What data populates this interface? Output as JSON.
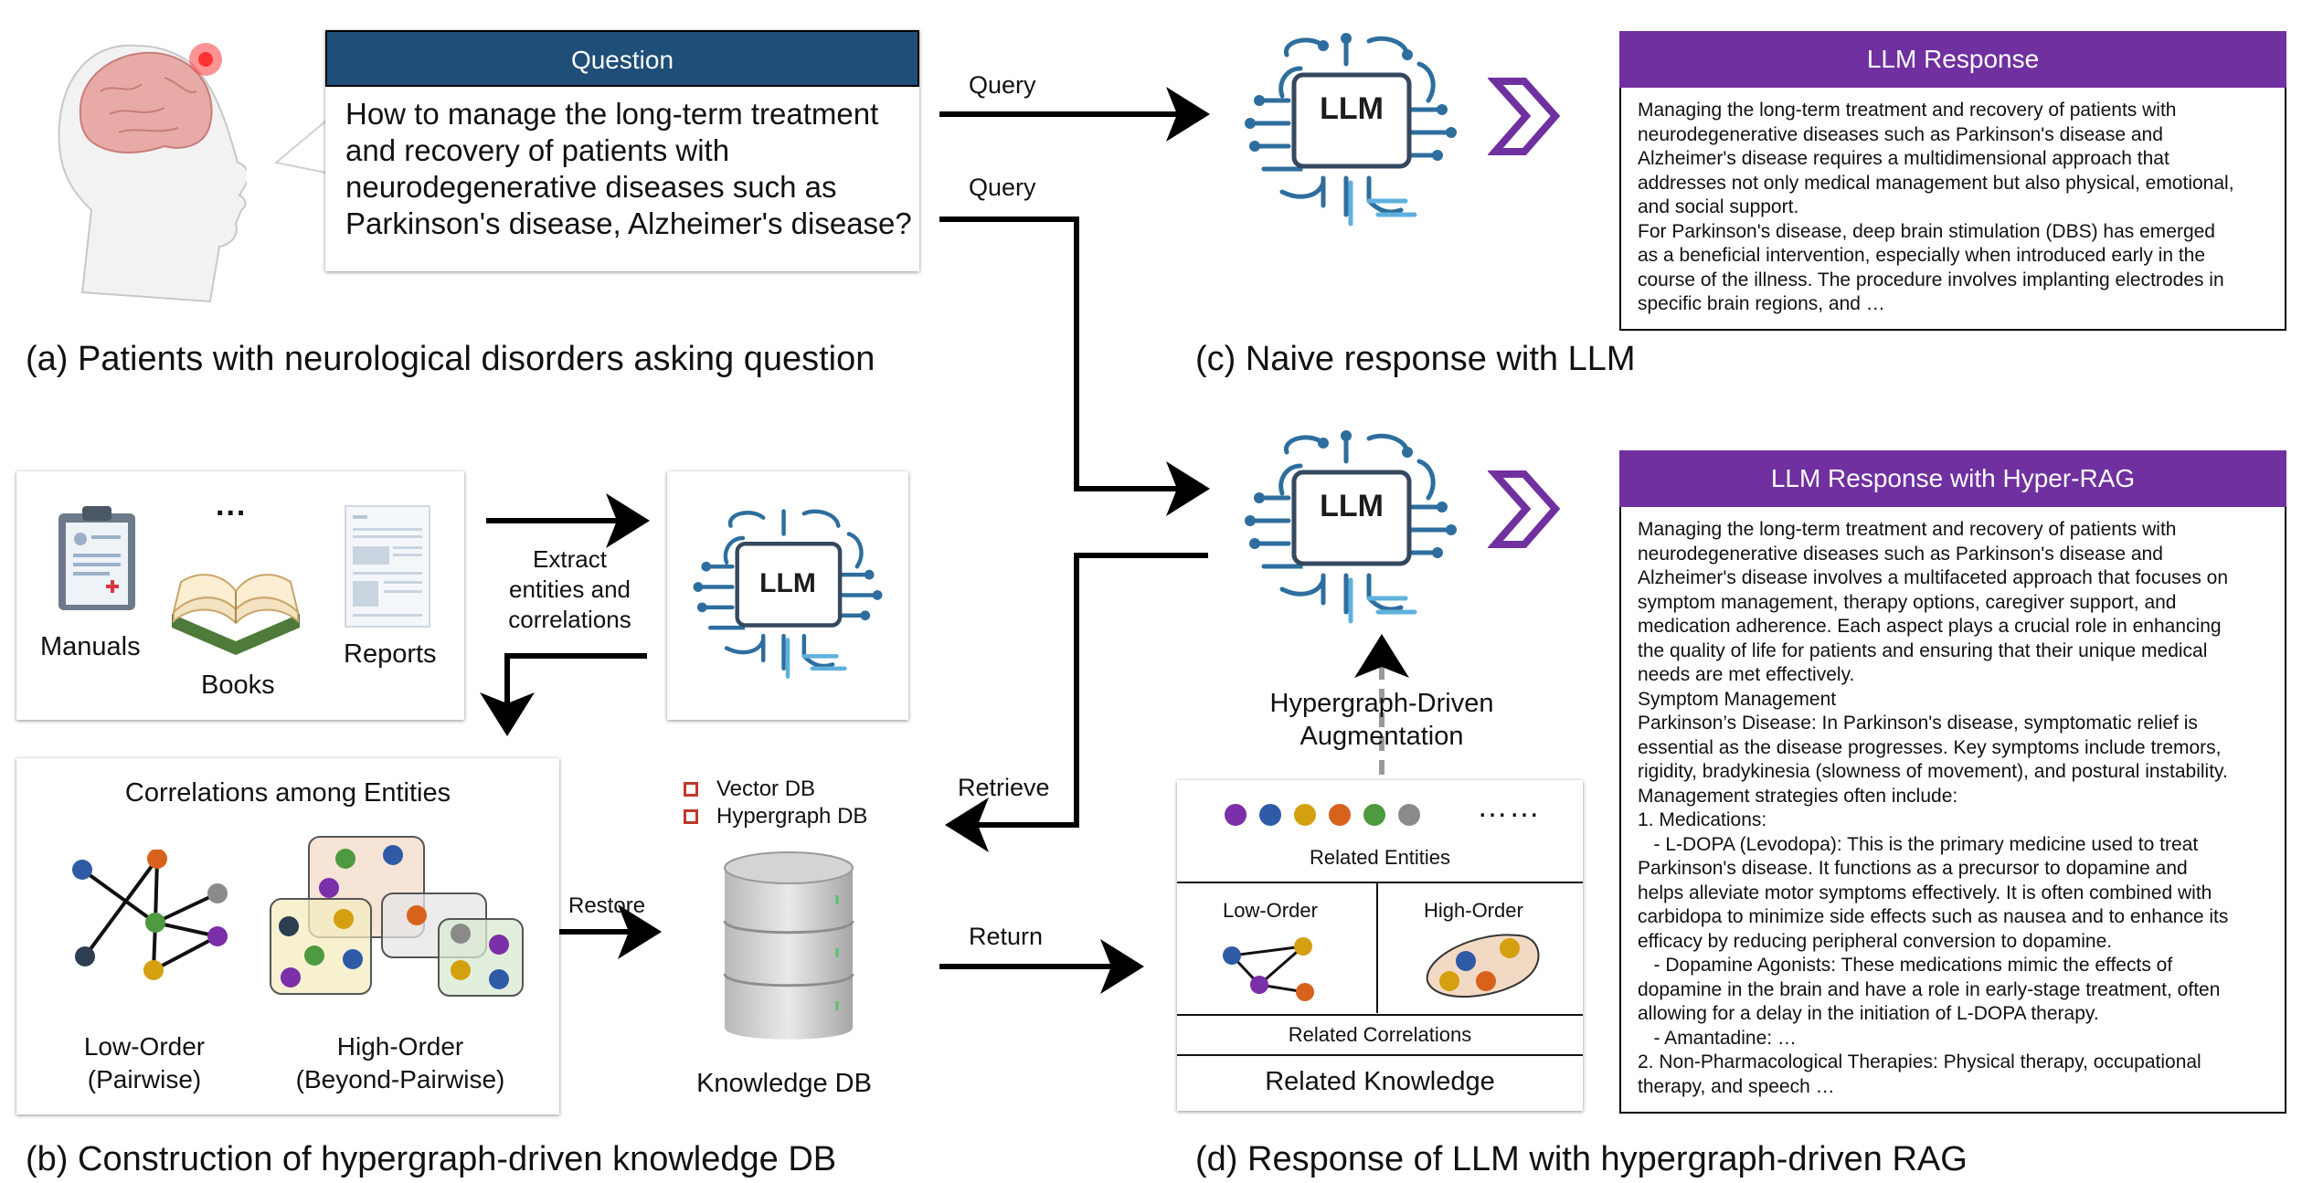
{
  "question": {
    "header": "Question",
    "lines": [
      "How to manage the long-term treatment",
      "and recovery of patients with",
      "neurodegenerative diseases such as",
      "Parkinson's disease, Alzheimer's disease?"
    ]
  },
  "captions": {
    "a": "(a) Patients with neurological disorders asking question",
    "b": "(b) Construction of hypergraph-driven knowledge DB",
    "c": "(c) Naive response with LLM",
    "d": "(d) Response of LLM with hypergraph-driven RAG"
  },
  "arrows": {
    "query1": "Query",
    "query2": "Query",
    "extract": [
      "Extract",
      "entities and",
      "correlations"
    ],
    "restore": "Restore",
    "retrieve": "Retrieve",
    "return": "Return",
    "augmentation": [
      "Hypergraph-Driven",
      "Augmentation"
    ]
  },
  "llm": {
    "label": "LLM"
  },
  "sources": {
    "ellipsis": "...",
    "manuals": "Manuals",
    "books": "Books",
    "reports": "Reports"
  },
  "correlations": {
    "title": "Correlations among Entities",
    "low": [
      "Low-Order",
      "(Pairwise)"
    ],
    "high": [
      "High-Order",
      "(Beyond-Pairwise)"
    ]
  },
  "knowledge_db": {
    "legend": [
      "Vector DB",
      "Hypergraph DB"
    ],
    "label": "Knowledge DB"
  },
  "related": {
    "ellipsis": "……",
    "entities": "Related Entities",
    "low": "Low-Order",
    "high": "High-Order",
    "correlations": "Related Correlations",
    "title": "Related Knowledge"
  },
  "naive_response": {
    "header": "LLM Response",
    "text": "Managing the long-term treatment and recovery of patients with\nneurodegenerative diseases such as Parkinson's disease and\nAlzheimer's disease requires a multidimensional approach that\naddresses not only medical management but also physical, emotional,\nand social support.\nFor Parkinson's disease, deep brain stimulation (DBS) has emerged\nas a beneficial intervention, especially when introduced early in the\ncourse of the illness. The procedure involves implanting electrodes in\nspecific brain regions, and …"
  },
  "rag_response": {
    "header": "LLM Response with Hyper-RAG",
    "text": "Managing the long-term treatment and recovery of patients with\nneurodegenerative diseases such as Parkinson's disease and\nAlzheimer's disease involves a multifaceted approach that focuses on\nsymptom management, therapy options, caregiver support, and\nmedication adherence. Each aspect plays a crucial role in enhancing\nthe quality of life for patients and ensuring that their unique medical\nneeds are met effectively.\nSymptom Management\nParkinson’s Disease: In Parkinson's disease, symptomatic relief is\nessential as the disease progresses. Key symptoms include tremors,\nrigidity, bradykinesia (slowness of movement), and postural instability.\nManagement strategies often include:\n1. Medications:\n   - L-DOPA (Levodopa): This is the primary medicine used to treat\nParkinson's disease. It functions as a precursor to dopamine and\nhelps alleviate motor symptoms effectively. It is often combined with\ncarbidopa to minimize side effects such as nausea and to enhance its\nefficacy by reducing peripheral conversion to dopamine.\n   - Dopamine Agonists: These medications mimic the effects of\ndopamine in the brain and have a role in early-stage treatment, often\nallowing for a delay in the initiation of L-DOPA therapy.\n   - Amantadine: …\n2. Non-Pharmacological Therapies: Physical therapy, occupational\ntherapy, and speech …"
  },
  "colors": {
    "blue_header": "#1f4e79",
    "purple_header": "#7030a0",
    "arrow": "#000000",
    "entity_purple": "#7b2fa8",
    "entity_blue": "#2f5aa6",
    "entity_gold": "#d4a010",
    "entity_orange": "#d8621c",
    "entity_green": "#4e9a40",
    "entity_gray": "#8a8a8a",
    "entity_navy": "#2c3e50"
  }
}
